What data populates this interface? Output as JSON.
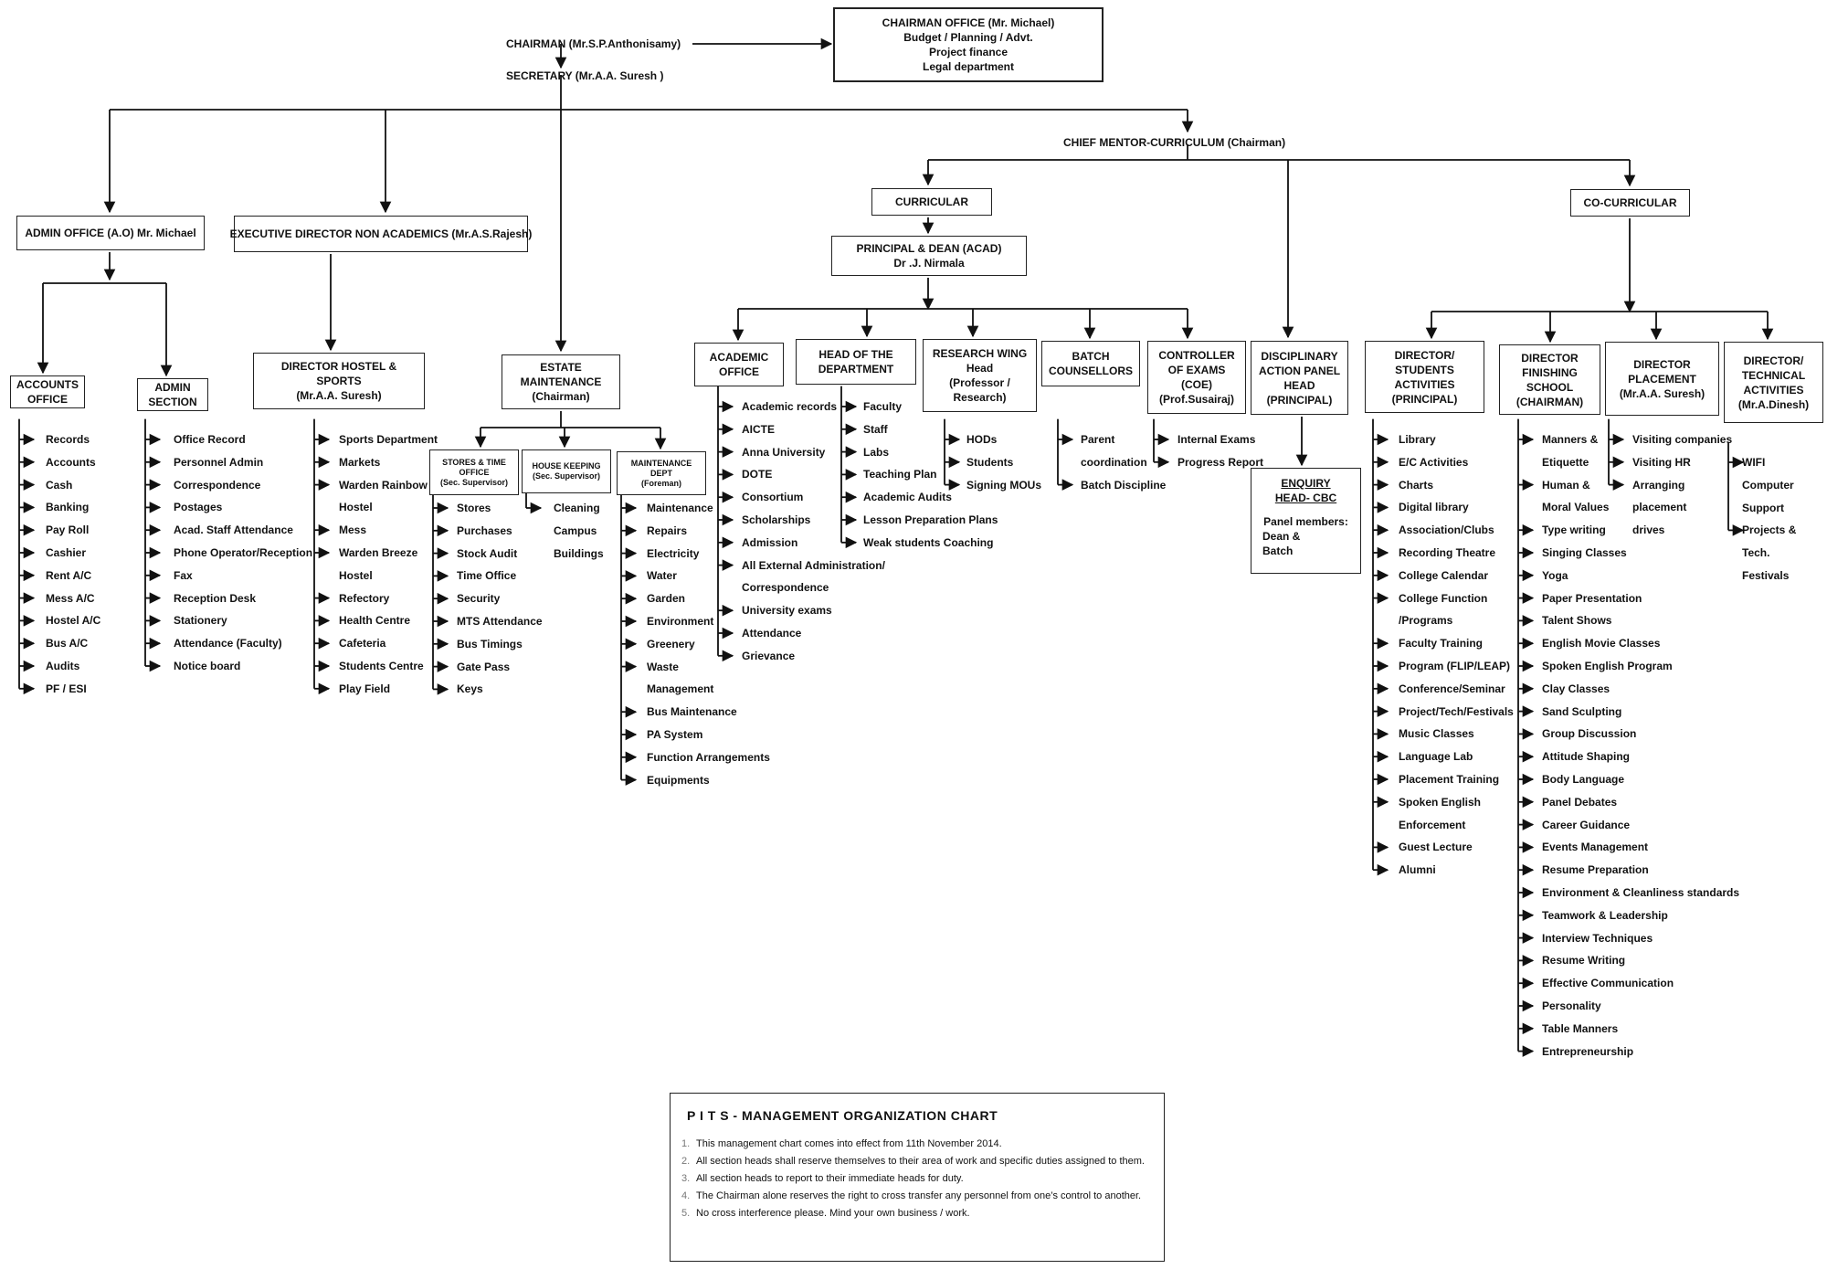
{
  "top": {
    "chairman": "CHAIRMAN (Mr.S.P.Anthonisamy)",
    "secretary": "SECRETARY (Mr.A.A. Suresh )",
    "chairman_office": [
      "CHAIRMAN OFFICE (Mr. Michael)",
      "Budget / Planning / Advt.",
      "Project finance",
      "Legal department"
    ],
    "chief_mentor": "CHIEF MENTOR-CURRICULUM (Chairman)"
  },
  "admin": {
    "title": "ADMIN OFFICE (A.O) Mr. Michael",
    "accounts_title": [
      "ACCOUNTS",
      "OFFICE"
    ],
    "accounts_items": [
      "Records",
      "Accounts",
      "Cash",
      "Banking",
      "Pay Roll",
      "Cashier",
      "Rent A/C",
      "Mess A/C",
      "Hostel A/C",
      "Bus A/C",
      "Audits",
      "PF / ESI"
    ],
    "section_title": [
      "ADMIN",
      "SECTION"
    ],
    "section_items": [
      "Office Record",
      "Personnel Admin",
      "Correspondence",
      "Postages",
      "Acad. Staff Attendance",
      "Phone Operator/Reception",
      "Fax",
      "Reception Desk",
      "Stationery",
      "Attendance (Faculty)",
      "Notice board"
    ]
  },
  "exec": {
    "title": "EXECUTIVE DIRECTOR NON ACADEMICS (Mr.A.S.Rajesh)",
    "hostel_title": [
      "DIRECTOR HOSTEL &",
      "SPORTS",
      "(Mr.A.A. Suresh)"
    ],
    "hostel_items": [
      "Sports Department",
      "Markets",
      "Warden Rainbow",
      "Hostel",
      "Mess",
      "Warden Breeze",
      "Hostel",
      "Refectory",
      "Health Centre",
      "Cafeteria",
      "Students Centre",
      "Play Field"
    ]
  },
  "estate": {
    "title": [
      "ESTATE",
      "MAINTENANCE",
      "(Chairman)"
    ],
    "stores_title": [
      "STORES & TIME",
      "OFFICE",
      "(Sec. Supervisor)"
    ],
    "stores_items": [
      "Stores",
      "Purchases",
      "Stock Audit",
      "Time Office",
      "Security",
      "MTS Attendance",
      "Bus Timings",
      "Gate Pass",
      "Keys"
    ],
    "house_title": [
      "HOUSE KEEPING",
      "(Sec. Supervisor)"
    ],
    "house_items": [
      "Cleaning",
      "Campus",
      "Buildings"
    ],
    "maint_title": [
      "MAINTENANCE",
      "DEPT",
      "(Foreman)"
    ],
    "maint_items": [
      "Maintenance",
      "Repairs",
      "Electricity",
      "Water",
      "Garden",
      "Environment",
      "Greenery",
      "Waste",
      "Management",
      "Bus Maintenance",
      "PA System",
      "Function Arrangements",
      "Equipments"
    ]
  },
  "curricular": {
    "title": "CURRICULAR",
    "principal": [
      "PRINCIPAL & DEAN (ACAD)",
      "Dr .J. Nirmala"
    ],
    "academic_title": [
      "ACADEMIC",
      "OFFICE"
    ],
    "academic_items": [
      "Academic records",
      "AICTE",
      "Anna University",
      "DOTE",
      "Consortium",
      "Scholarships",
      "Admission",
      "All External Administration/",
      "Correspondence",
      "University exams",
      "Attendance",
      "Grievance"
    ],
    "hod_title": [
      "HEAD OF THE",
      "DEPARTMENT"
    ],
    "hod_items": [
      "Faculty",
      "Staff",
      "Labs",
      "Teaching Plan",
      "Academic Audits",
      "Lesson Preparation Plans",
      "Weak students Coaching"
    ],
    "research_title": [
      "RESEARCH WING",
      "Head",
      "(Professor /",
      "Research)"
    ],
    "research_items": [
      "HODs",
      "Students",
      "Signing MOUs"
    ],
    "batch_title": [
      "BATCH",
      "COUNSELLORS"
    ],
    "batch_items": [
      "Parent",
      "coordination",
      "Batch Discipline"
    ],
    "coe_title": [
      "CONTROLLER",
      "OF EXAMS",
      "(COE)",
      "(Prof.Susairaj)"
    ],
    "coe_items": [
      "Internal Exams",
      "Progress Report"
    ]
  },
  "disciplinary": {
    "title": [
      "DISCIPLINARY",
      "ACTION PANEL",
      "HEAD",
      "(PRINCIPAL)"
    ],
    "enquiry": [
      "ENQUIRY",
      "HEAD- CBC"
    ],
    "panel": [
      "Panel members:",
      "Dean &",
      "Batch"
    ]
  },
  "cocurricular": {
    "title": "CO-CURRICULAR",
    "students_title": [
      "DIRECTOR/",
      "STUDENTS",
      "ACTIVITIES",
      "(PRINCIPAL)"
    ],
    "students_items": [
      "Library",
      "E/C Activities",
      "Charts",
      "Digital library",
      "Association/Clubs",
      "Recording Theatre",
      "College Calendar",
      "College Function",
      "/Programs",
      "Faculty Training",
      "Program (FLIP/LEAP)",
      "Conference/Seminar",
      "Project/Tech/Festivals",
      "Music Classes",
      "Language Lab",
      "Placement Training",
      "Spoken English",
      "Enforcement",
      "Guest Lecture",
      "Alumni"
    ],
    "finishing_title": [
      "DIRECTOR",
      "FINISHING",
      "SCHOOL",
      "(CHAIRMAN)"
    ],
    "finishing_items": [
      "Manners &",
      "Etiquette",
      "Human &",
      "Moral Values",
      "Type writing",
      "Singing Classes",
      "Yoga",
      "Paper Presentation",
      "Talent Shows",
      "English Movie Classes",
      "Spoken English Program",
      "Clay Classes",
      "Sand Sculpting",
      "Group Discussion",
      "Attitude Shaping",
      "Body Language",
      "Panel Debates",
      "Career Guidance",
      "Events Management",
      "Resume Preparation",
      "Environment & Cleanliness standards",
      "Teamwork & Leadership",
      "Interview Techniques",
      "Resume Writing",
      "Effective Communication",
      "Personality",
      "Table Manners",
      "Entrepreneurship"
    ],
    "placement_title": [
      "DIRECTOR",
      "PLACEMENT",
      "(Mr.A.A. Suresh)"
    ],
    "placement_items": [
      "Visiting companies",
      "Visiting HR",
      "Arranging",
      "placement",
      "drives"
    ],
    "technical_title": [
      "DIRECTOR/",
      "TECHNICAL",
      "ACTIVITIES",
      "(Mr.A.Dinesh)"
    ],
    "technical_items": [
      "WIFI",
      "Computer",
      "Support",
      "Projects &",
      "Tech.",
      "Festivals"
    ]
  },
  "note": {
    "title": "P I T S -   MANAGEMENT ORGANIZATION CHART",
    "items": [
      "This management chart comes into effect from 11th November 2014.",
      "All section heads shall reserve themselves to their area of work and specific duties assigned to them.",
      "All section heads to report to their immediate heads for duty.",
      "The Chairman alone reserves the right to cross transfer any personnel from one’s control to another.",
      "No cross interference please. Mind your own business / work."
    ]
  }
}
